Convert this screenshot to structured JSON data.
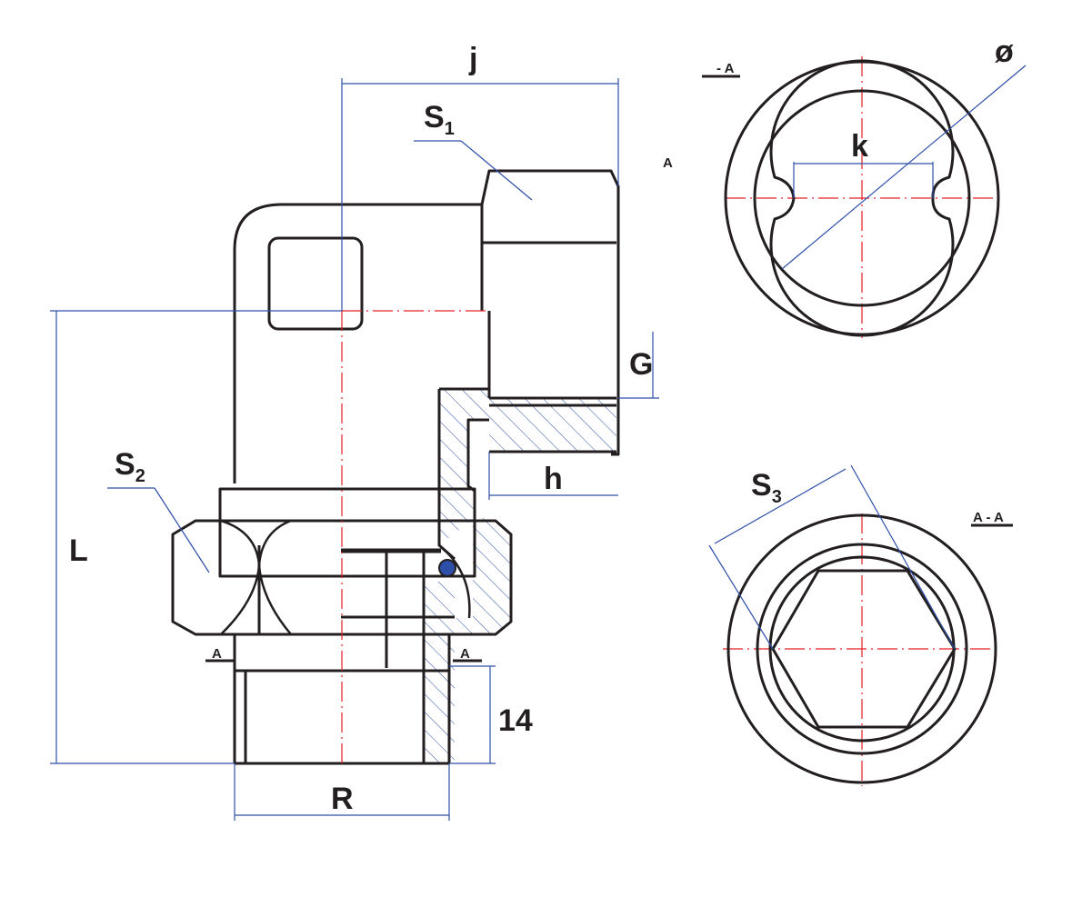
{
  "labels": {
    "j": "j",
    "s1": "S",
    "s1_sub": "1",
    "s2": "S",
    "s2_sub": "2",
    "s3": "S",
    "s3_sub": "3",
    "diameter": "ø",
    "k": "k",
    "g": "G",
    "h": "h",
    "l": "L",
    "r": "R",
    "thread_length": "14"
  },
  "section_marks": {
    "top_view": "- A",
    "side_marker": "A",
    "bottom_view": "A - A",
    "cut_left": "A",
    "cut_right": "A"
  },
  "colors": {
    "outline": "#231f20",
    "dimension": "#2e4fa8",
    "centerline": "#e31e24"
  }
}
